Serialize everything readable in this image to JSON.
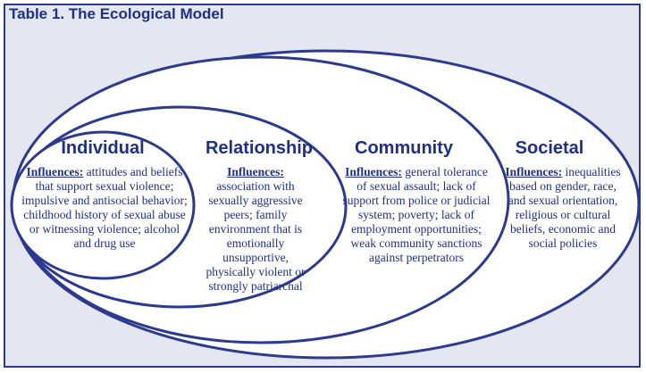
{
  "title": "Table 1.  The Ecological Model",
  "colors": {
    "ink": "#1f2f85",
    "ring": "#2b3a8f",
    "panel": "#e4e6f2",
    "ring_fill": "#ffffff"
  },
  "levels": [
    {
      "heading": "Individual",
      "label": "Influences:",
      "text": "attitudes and beliefs that support sexual violence; impulsive and antisocial behavior; childhood history of sexual abuse or witnessing violence; alcohol and drug use"
    },
    {
      "heading": "Relationship",
      "label": "Influences:",
      "text": "association with sexually aggressive peers; family environment that is emotionally unsupportive, physically violent or strongly patriarchal"
    },
    {
      "heading": "Community",
      "label": "Influences:",
      "text": "general tolerance of sexual assault; lack of support from police or judicial system; poverty; lack of employment opportunities; weak community sanctions against perpetrators"
    },
    {
      "heading": "Societal",
      "label": "Influences:",
      "text": "inequalities based on gender, race, and sexual orientation, religious or cultural beliefs, economic and social policies"
    }
  ]
}
